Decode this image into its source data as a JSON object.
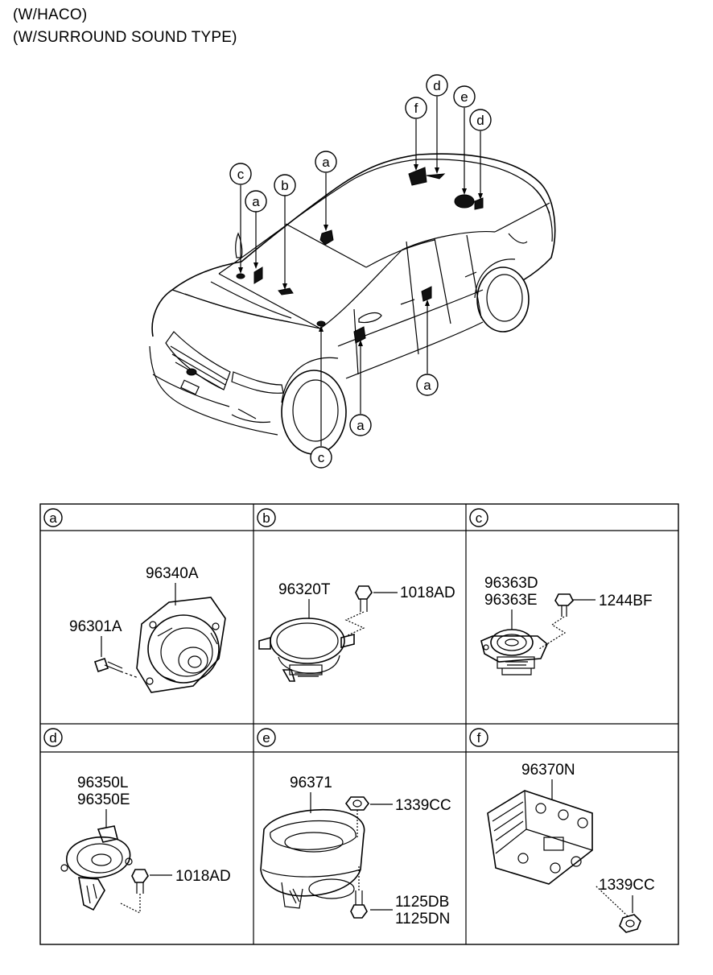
{
  "header": {
    "line1": "(W/HACO)",
    "line2": "(W/SURROUND SOUND TYPE)"
  },
  "callouts": {
    "c_top": "c",
    "a_left": "a",
    "b_top": "b",
    "a_roof": "a",
    "f_top": "f",
    "d_top1": "d",
    "e_top": "e",
    "d_top2": "d",
    "a_right": "a",
    "a_front": "a",
    "c_bottom": "c"
  },
  "panels": {
    "a": {
      "letter": "a",
      "parts": [
        "96340A",
        "96301A"
      ]
    },
    "b": {
      "letter": "b",
      "parts": [
        "96320T",
        "1018AD"
      ]
    },
    "c": {
      "letter": "c",
      "parts": [
        "96363D",
        "96363E",
        "1244BF"
      ]
    },
    "d": {
      "letter": "d",
      "parts": [
        "96350L",
        "96350E",
        "1018AD"
      ]
    },
    "e": {
      "letter": "e",
      "parts": [
        "96371",
        "1339CC",
        "1125DB",
        "1125DN"
      ]
    },
    "f": {
      "letter": "f",
      "parts": [
        "96370N",
        "1339CC"
      ]
    }
  }
}
